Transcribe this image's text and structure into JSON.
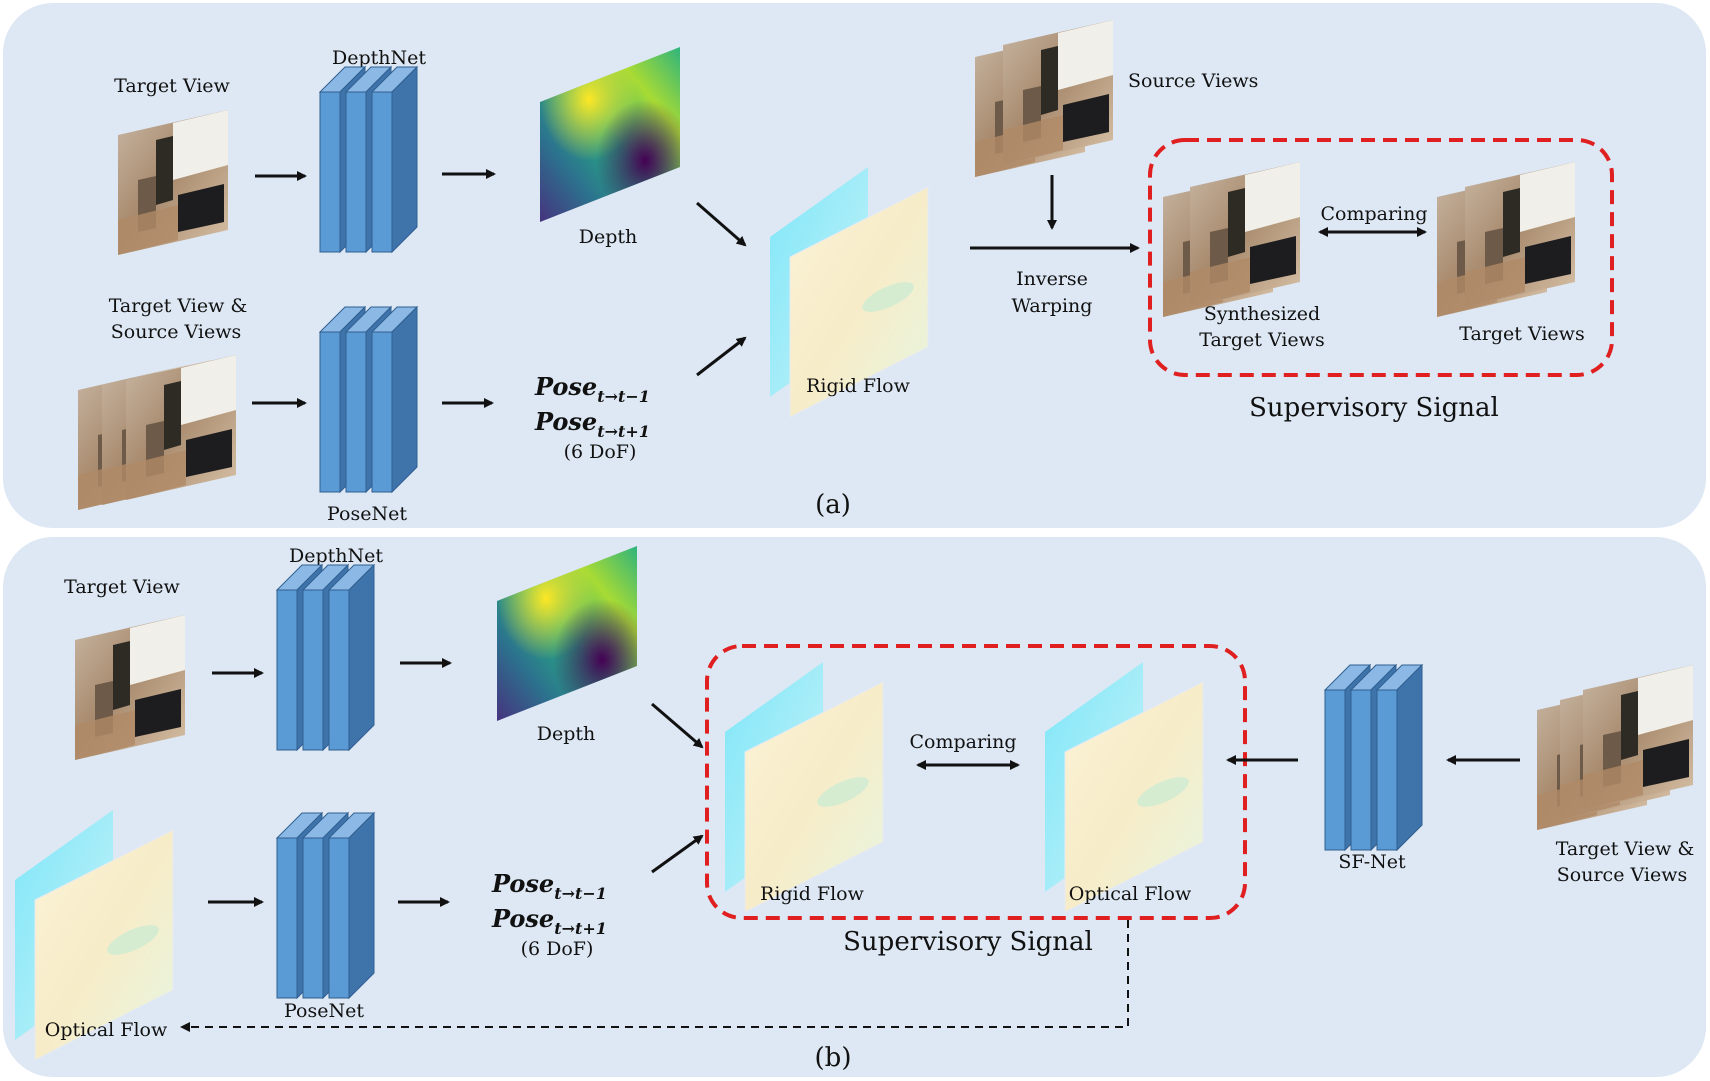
{
  "panel_a": {
    "caption": "(a)",
    "target_view_label": "Target View",
    "depthnet_label": "DepthNet",
    "depth_label": "Depth",
    "source_views_label": "Source Views",
    "target_source_label_1": "Target View &",
    "target_source_label_2": "Source Views",
    "posenet_label": "PoseNet",
    "pose1": "Pose",
    "pose1_sub": "t→t−1",
    "pose2": "Pose",
    "pose2_sub": "t→t+1",
    "dof": "(6 DoF)",
    "rigid_flow_label": "Rigid Flow",
    "inverse_warping_1": "Inverse",
    "inverse_warping_2": "Warping",
    "comparing_label": "Comparing",
    "synth_1": "Synthesized",
    "synth_2": "Target Views",
    "target_views_label": "Target Views",
    "supervisory_label": "Supervisory Signal"
  },
  "panel_b": {
    "caption": "(b)",
    "target_view_label": "Target View",
    "depthnet_label": "DepthNet",
    "depth_label": "Depth",
    "optical_flow_input_label": "Optical Flow",
    "posenet_label": "PoseNet",
    "pose1": "Pose",
    "pose1_sub": "t→t−1",
    "pose2": "Pose",
    "pose2_sub": "t→t+1",
    "dof": "(6 DoF)",
    "rigid_flow_label": "Rigid Flow",
    "comparing_label": "Comparing",
    "optical_flow_label": "Optical Flow",
    "supervisory_label": "Supervisory Signal",
    "sfnet_label": "SF-Net",
    "target_source_label_1": "Target View &",
    "target_source_label_2": "Source Views"
  },
  "colors": {
    "panel_bg": "#dde8f4",
    "block_front": "#5b9bd5",
    "block_side": "#3f74ab",
    "block_top": "#8bb8e4",
    "dashed_box": "#e02020",
    "arrow": "#111111"
  }
}
